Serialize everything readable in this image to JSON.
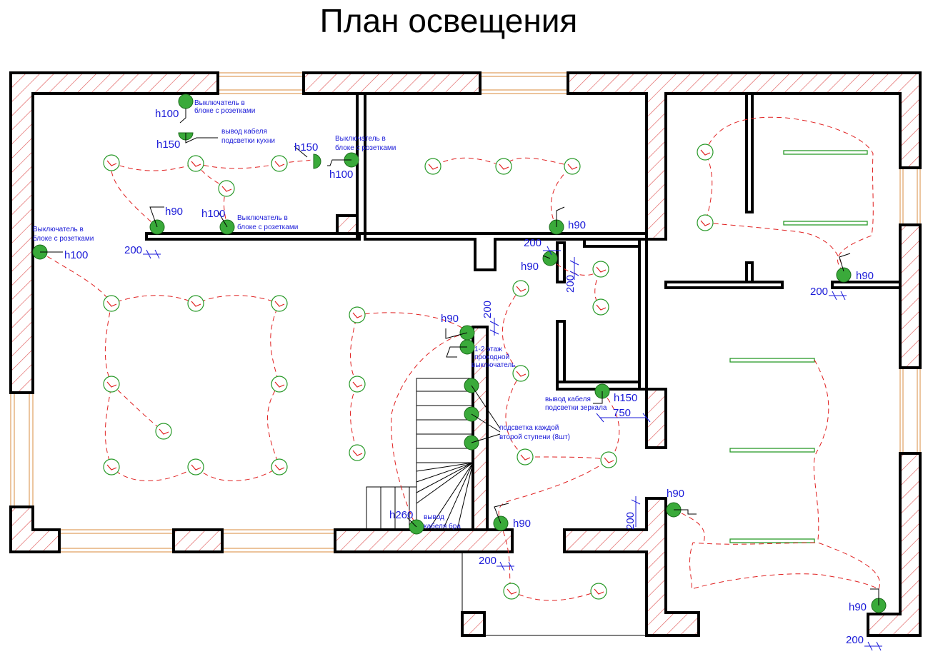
{
  "title": "План освещения",
  "colors": {
    "wall_stroke": "#000000",
    "hatch": "#e05a5a",
    "window": "#e0a060",
    "wiring": "#e02020",
    "fixture": "#2a9a2a",
    "switch_fill": "#3aaa3a",
    "dimension": "#1a1ad8",
    "led_strip": "#2a9a2a"
  },
  "heights": {
    "h100_kitchen_top": "h100",
    "h150_kitchen_cable": "h150",
    "h150_kitchen_mid": "h150",
    "h100_kitchen_right": "h100",
    "h90_kitchen_left": "h90",
    "h100_kitchen_sw2": "h100",
    "h100_living": "h100",
    "h90_bedroom": "h90",
    "h90_corridor": "h90",
    "h90_stairs": "h90",
    "h90_bath": "h90",
    "h150_bath_mirror": "h150",
    "h260_stairs": "h260",
    "h90_hall": "h90",
    "h90_right_room": "h90",
    "h90_bottom_right": "h90"
  },
  "dimensions": {
    "d200_a": "200",
    "d200_b": "200",
    "d200_c": "200",
    "d200_d": "200",
    "d200_e": "200",
    "d200_f": "200",
    "d200_g": "200",
    "d200_h": "200",
    "d750": "750"
  },
  "notes": {
    "switch_block_1a": "Выключатель в",
    "switch_block_1b": "блоке с розетками",
    "kitchen_cable_a": "вывод кабеля",
    "kitchen_cable_b": "подсветки кухни",
    "switch_block_2a": "Выключатель в",
    "switch_block_2b": "блоке с розетками",
    "switch_block_3a": "Выключатель в",
    "switch_block_3b": "блоке с розетками",
    "switch_block_4a": "Выключатель в",
    "switch_block_4b": "блоке с розетками",
    "pass_switch_a": "1-2 этаж",
    "pass_switch_b": "проходной",
    "pass_switch_c": "выключатель",
    "mirror_cable_a": "вывод кабеля",
    "mirror_cable_b": "подсветки зеркала",
    "step_light_a": "подсветка каждой",
    "step_light_b": "второй ступени (8шт)",
    "sconce_cable_a": "вывод",
    "sconce_cable_b": "кабеля бра"
  }
}
